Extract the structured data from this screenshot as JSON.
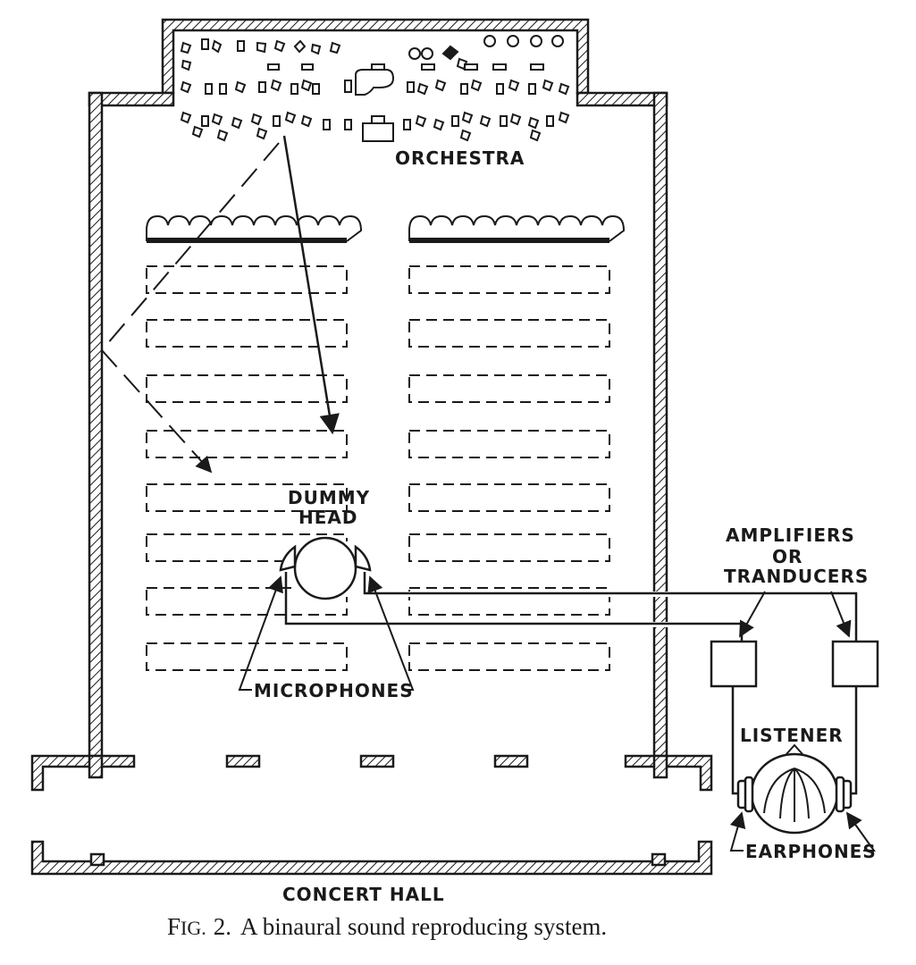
{
  "labels": {
    "orchestra": "ORCHESTRA",
    "dummy_head_line1": "DUMMY",
    "dummy_head_line2": "HEAD",
    "amplifiers_line1": "AMPLIFIERS",
    "amplifiers_line2": "OR",
    "amplifiers_line3": "TRANDUCERS",
    "listener": "LISTENER",
    "microphones": "MICROPHONES",
    "earphones": "EARPHONES",
    "concert_hall": "CONCERT HALL"
  },
  "caption": {
    "fig_prefix": "F",
    "fig_smallcaps": "IG.",
    "number": "2.",
    "text": "A binaural sound reproducing system."
  },
  "colors": {
    "ink": "#1a1a1a",
    "paper": "#ffffff"
  }
}
